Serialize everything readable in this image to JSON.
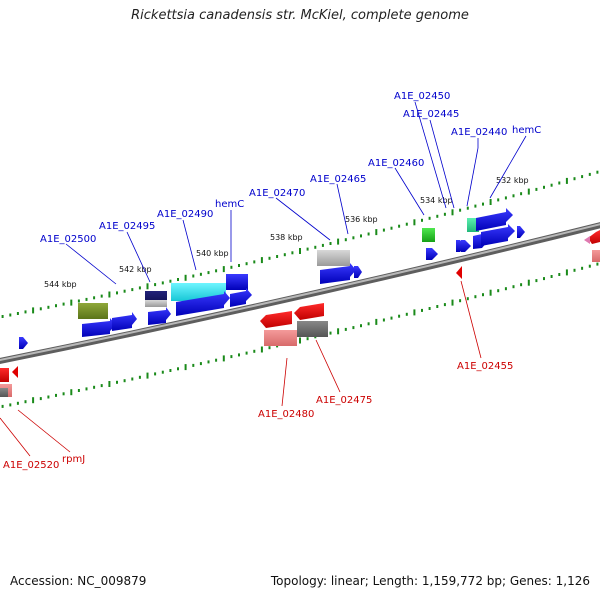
{
  "title": "Rickettsia canadensis str. McKiel, complete genome",
  "accession": "Accession: NC_009879",
  "summary": "Topology: linear; Length: 1,159,772 bp; Genes: 1,126",
  "colors": {
    "forward_label": "#0000cc",
    "reverse_label": "#cc0000",
    "backbone": "#777777",
    "tick": "#1a8a1a"
  },
  "scale_labels": [
    "532 kbp",
    "534 kbp",
    "536 kbp",
    "538 kbp",
    "540 kbp",
    "542 kbp",
    "544 kbp"
  ],
  "forward_genes": [
    "A1E_02450",
    "A1E_02445",
    "A1E_02440",
    "hemC",
    "A1E_02460",
    "A1E_02465",
    "A1E_02470",
    "hemC",
    "A1E_02490",
    "A1E_02495",
    "A1E_02500"
  ],
  "reverse_genes": [
    "A1E_02455",
    "A1E_02475",
    "A1E_02480",
    "rpmJ",
    "A1E_02520"
  ]
}
